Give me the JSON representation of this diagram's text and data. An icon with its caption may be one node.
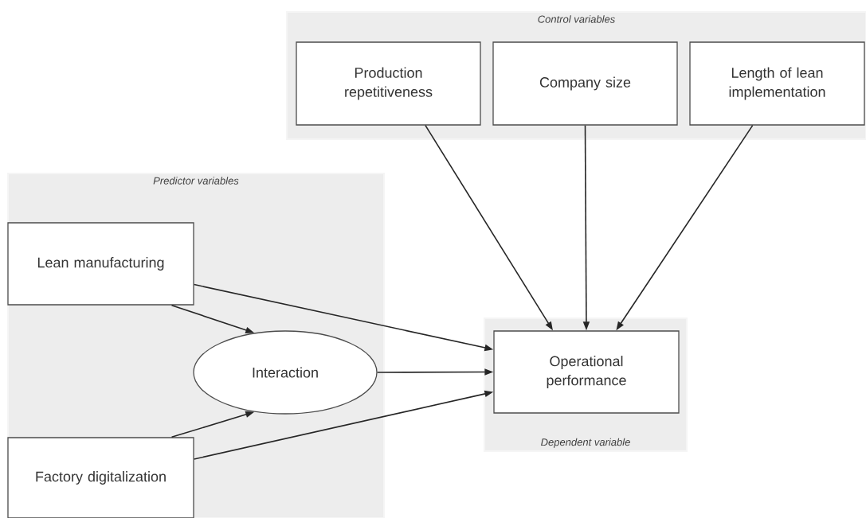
{
  "diagram": {
    "nodes": [
      {
        "text": [
          "Control variables"
        ]
      },
      {
        "text": [
          "Production repetitiveness"
        ],
        "in": 0
      },
      {
        "text": [
          "Company size"
        ],
        "in": 0
      },
      {
        "text": [
          "Length of lean implementation"
        ],
        "in": 0
      },
      {
        "text": [
          "Predictor variables"
        ]
      },
      {
        "text": [
          "Lean manufacturing"
        ],
        "in": 4
      },
      {
        "text": [
          "Interaction"
        ],
        "in": 4
      },
      {
        "text": [
          "Factory digitalization"
        ],
        "in": 4
      },
      {
        "text": [
          "Dependent variable"
        ]
      },
      {
        "text": [
          "Operational performance"
        ],
        "in": 8
      }
    ],
    "edges": [
      {
        "from": 1,
        "to": 9,
        "arrow": "to"
      },
      {
        "from": 2,
        "to": 9,
        "arrow": "to"
      },
      {
        "from": 3,
        "to": 9,
        "arrow": "to"
      },
      {
        "from": 5,
        "to": 9,
        "arrow": "to"
      },
      {
        "from": 5,
        "to": 6,
        "arrow": "to"
      },
      {
        "from": 6,
        "to": 9,
        "arrow": "to"
      },
      {
        "from": 7,
        "to": 6,
        "arrow": "to"
      },
      {
        "from": 7,
        "to": 9,
        "arrow": "to"
      }
    ]
  }
}
